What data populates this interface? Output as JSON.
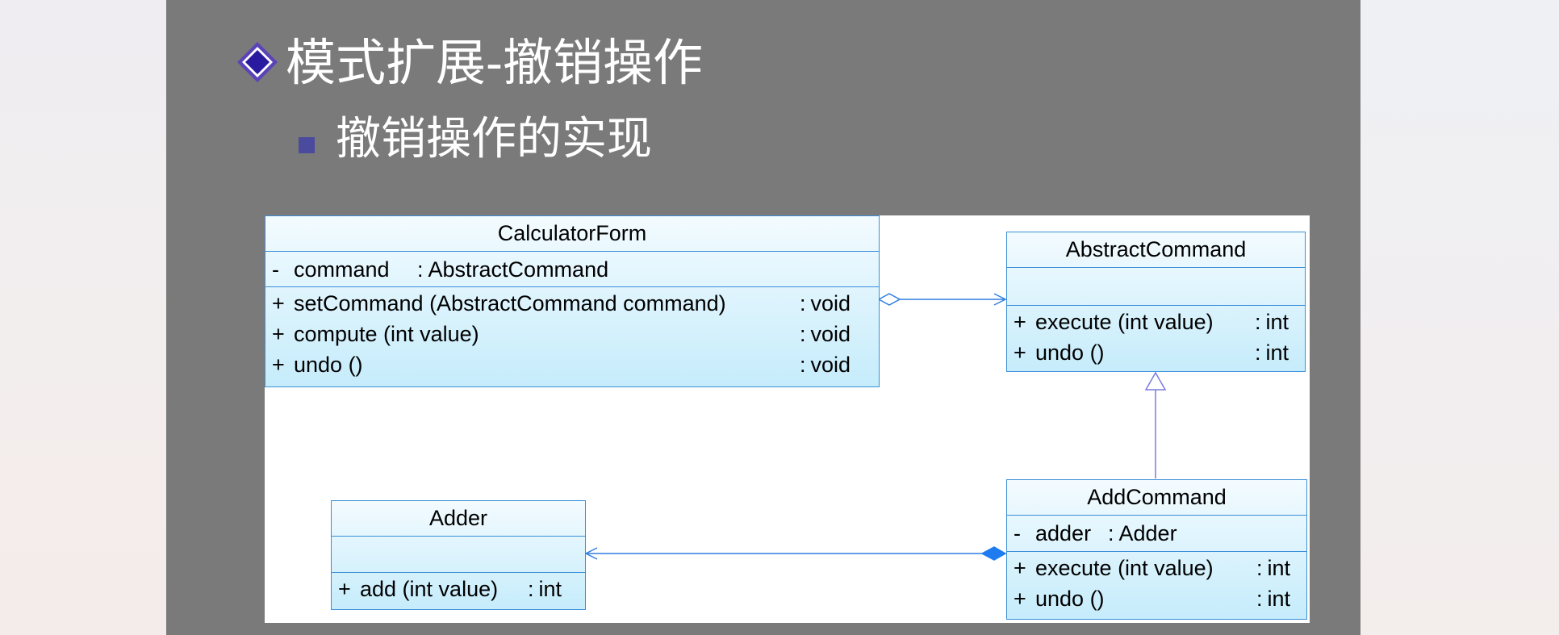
{
  "title": "模式扩展-撤销操作",
  "subtitle": "撤销操作的实现",
  "colors": {
    "slide_bg": "#7a7a7a",
    "title_text": "#ffffff",
    "title_bullet": "#4a2aa0",
    "sub_bullet": "#4a4a9e",
    "class_border": "#3b8fd8",
    "connector": "#2f7fe0"
  },
  "icons": {
    "title_bullet": "diamond-bullet-icon",
    "sub_bullet": "square-bullet-icon"
  },
  "classes": {
    "calculator_form": {
      "name": "CalculatorForm",
      "attributes": [
        {
          "vis": "-",
          "text": "command",
          "type": "AbstractCommand"
        }
      ],
      "operations": [
        {
          "vis": "+",
          "text": "setCommand (AbstractCommand command)",
          "type": "void"
        },
        {
          "vis": "+",
          "text": "compute (int value)",
          "type": "void"
        },
        {
          "vis": "+",
          "text": "undo ()",
          "type": "void"
        }
      ]
    },
    "abstract_command": {
      "name": "AbstractCommand",
      "attributes": [],
      "operations": [
        {
          "vis": "+",
          "text": "execute (int value)",
          "type": "int"
        },
        {
          "vis": "+",
          "text": "undo ()",
          "type": "int"
        }
      ]
    },
    "add_command": {
      "name": "AddCommand",
      "attributes": [
        {
          "vis": "-",
          "text": "adder",
          "type": "Adder"
        }
      ],
      "operations": [
        {
          "vis": "+",
          "text": "execute (int value)",
          "type": "int"
        },
        {
          "vis": "+",
          "text": "undo ()",
          "type": "int"
        }
      ]
    },
    "adder": {
      "name": "Adder",
      "attributes": [],
      "operations": [
        {
          "vis": "+",
          "text": "add (int value)",
          "type": "int"
        }
      ]
    }
  },
  "relationships": [
    {
      "type": "aggregation",
      "from": "CalculatorForm",
      "to": "AbstractCommand"
    },
    {
      "type": "generalization",
      "from": "AddCommand",
      "to": "AbstractCommand"
    },
    {
      "type": "composition",
      "from": "AddCommand",
      "to": "Adder"
    }
  ]
}
